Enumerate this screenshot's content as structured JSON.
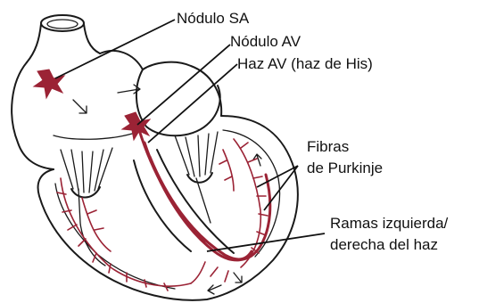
{
  "labels": {
    "sa_node": "Nódulo SA",
    "av_node": "Nódulo AV",
    "av_bundle": "Haz AV (haz de His)",
    "purkinje_line1": "Fibras",
    "purkinje_line2": "de Purkinje",
    "bundle_branches_line1": "Ramas izquierda/",
    "bundle_branches_line2": "derecha del haz"
  },
  "colors": {
    "conduction": "#9b2335",
    "outline": "#1a1a1a",
    "background": "#ffffff"
  }
}
